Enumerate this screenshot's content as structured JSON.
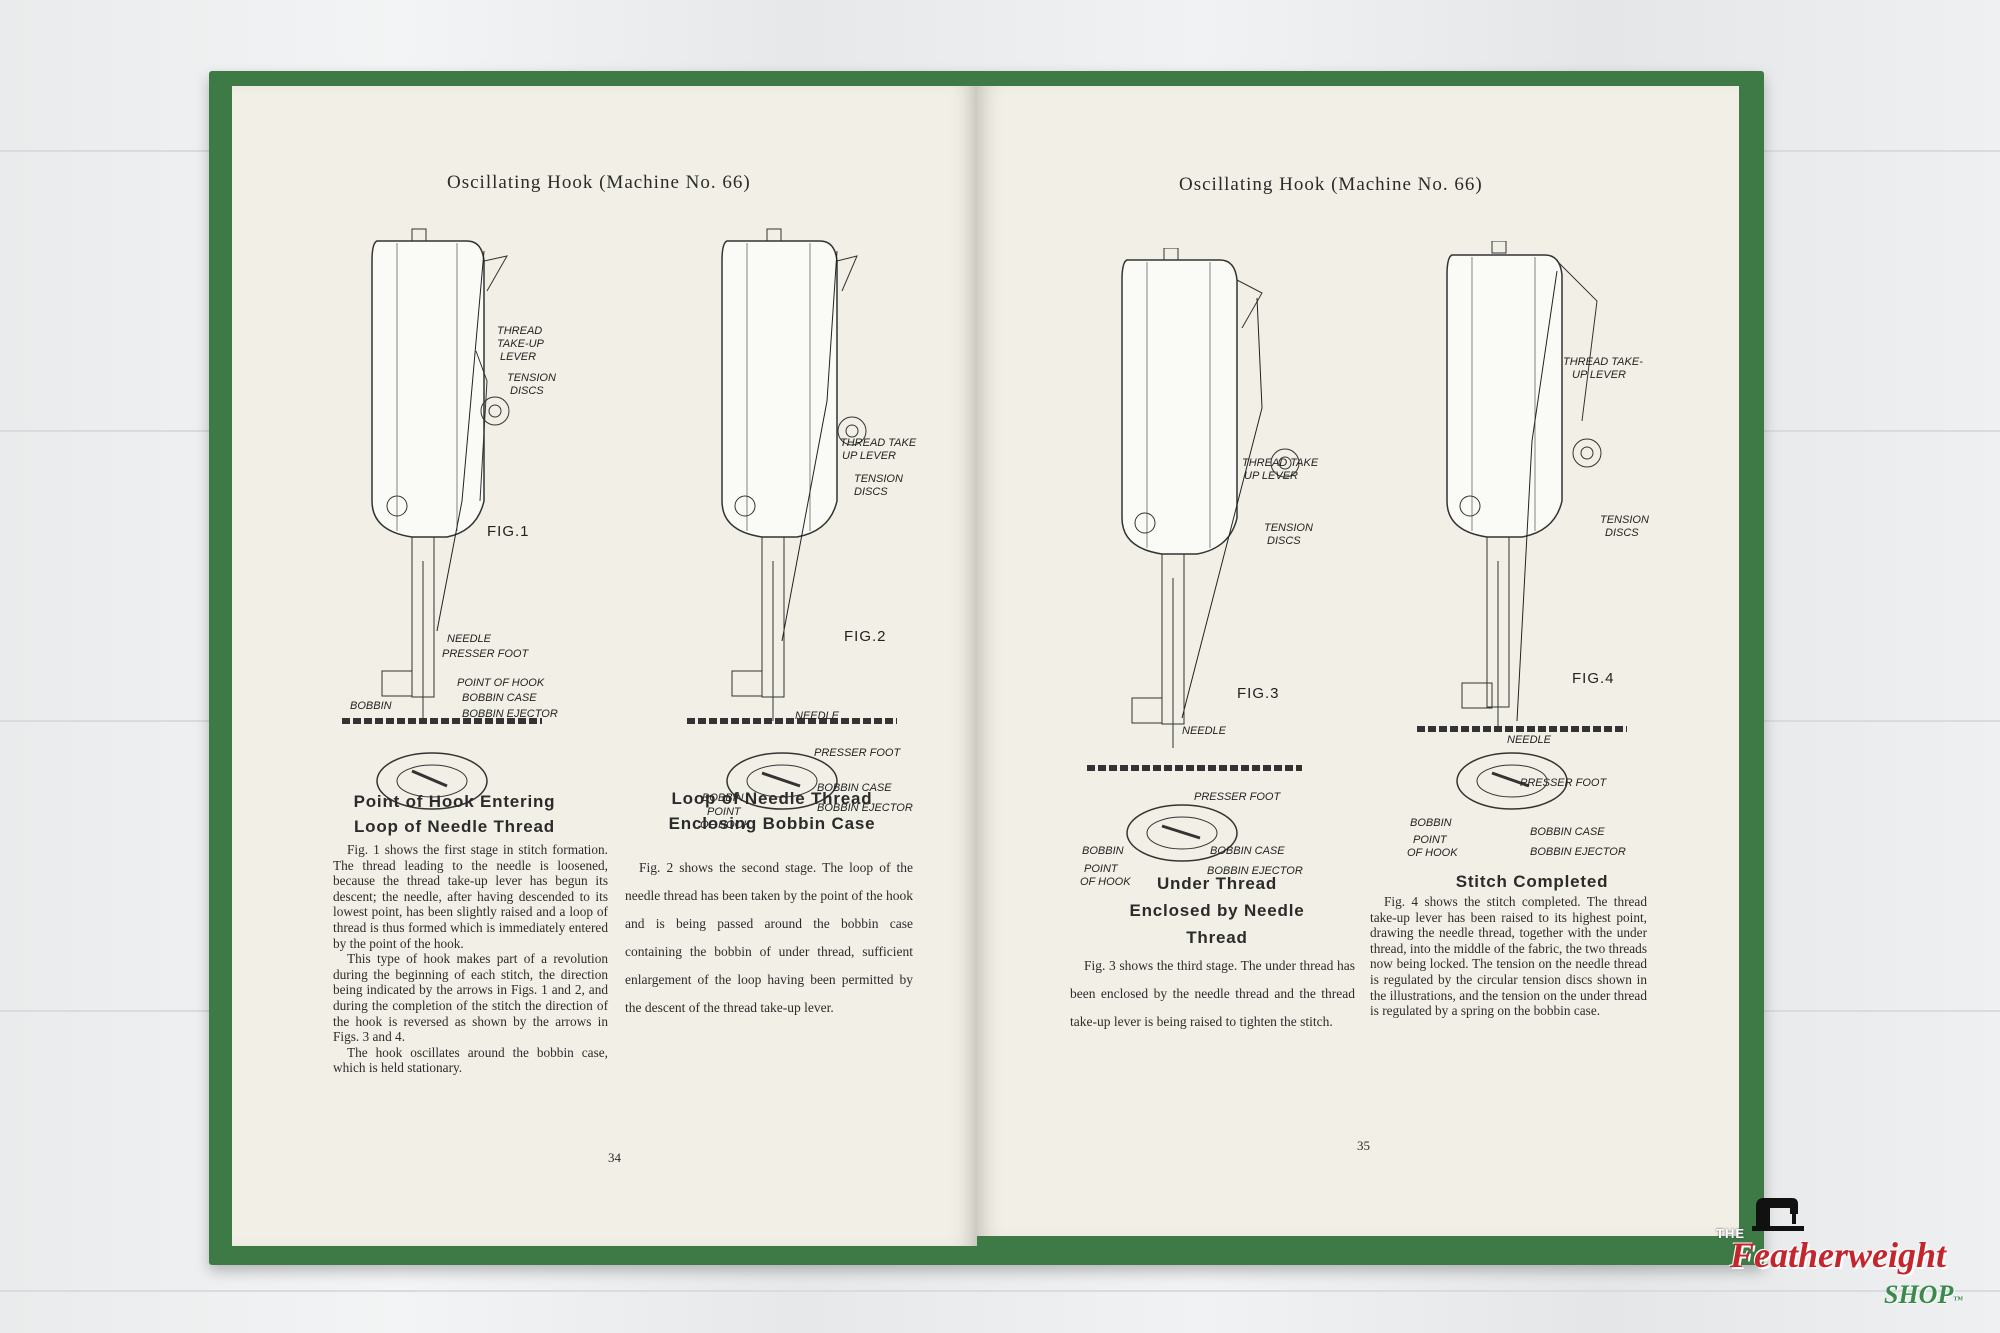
{
  "left_page": {
    "header": "Oscillating Hook (Machine No. 66)",
    "page_number": "34",
    "fig1": {
      "name": "FIG.1",
      "labels": [
        "THREAD",
        "TAKE-UP",
        "LEVER",
        "TENSION",
        "DISCS",
        "NEEDLE",
        "PRESSER FOOT",
        "POINT OF HOOK",
        "BOBBIN CASE",
        "BOBBIN",
        "BOBBIN EJECTOR"
      ]
    },
    "fig2": {
      "name": "FIG.2",
      "labels": [
        "THREAD TAKE",
        "UP LEVER",
        "TENSION",
        "DISCS",
        "NEEDLE",
        "PRESSER FOOT",
        "BOBBIN",
        "BOBBIN CASE",
        "POINT",
        "OF HOOK",
        "BOBBIN EJECTOR"
      ]
    },
    "caption1": [
      "Point of Hook Entering",
      "Loop of Needle Thread"
    ],
    "caption2": [
      "Loop of Needle Thread",
      "Enclosing Bobbin Case"
    ],
    "text1": [
      "Fig. 1 shows the first stage in stitch formation. The thread leading to the needle is loosened, because the thread take-up lever has begun its descent; the needle, after having descended to its lowest point, has been slightly raised and a loop of thread is thus formed which is immediately entered by the point of the hook.",
      "This type of hook makes part of a revolution during the beginning of each stitch, the direction being indicated by the arrows in Figs. 1 and 2, and during the completion of the stitch the direction of the hook is reversed as shown by the arrows in Figs. 3 and 4.",
      "The hook oscillates around the bobbin case, which is held stationary."
    ],
    "text2": [
      "Fig. 2 shows the second stage. The loop of the needle thread has been taken by the point of the hook and is being passed around the bobbin case containing the bobbin of under thread, sufficient enlargement of the loop having been permitted by the descent of the thread take-up lever."
    ]
  },
  "right_page": {
    "header": "Oscillating Hook (Machine No. 66)",
    "page_number": "35",
    "fig3": {
      "name": "FIG.3",
      "labels": [
        "THREAD TAKE",
        "UP LEVER",
        "TENSION",
        "DISCS",
        "NEEDLE",
        "PRESSER FOOT",
        "BOBBIN",
        "POINT",
        "OF HOOK",
        "BOBBIN CASE",
        "BOBBIN EJECTOR"
      ]
    },
    "fig4": {
      "name": "FIG.4",
      "labels": [
        "THREAD TAKE-",
        "UP LEVER",
        "TENSION",
        "DISCS",
        "NEEDLE",
        "PRESSER FOOT",
        "BOBBIN",
        "POINT",
        "OF HOOK",
        "BOBBIN CASE",
        "BOBBIN EJECTOR"
      ]
    },
    "caption3": [
      "Under Thread",
      "Enclosed by Needle",
      "Thread"
    ],
    "caption4": [
      "Stitch Completed"
    ],
    "text3": [
      "Fig. 3 shows the third stage. The under thread has been enclosed by the needle thread and the thread take-up lever is being raised to tighten the stitch."
    ],
    "text4": [
      "Fig. 4 shows the stitch completed. The thread take-up lever has been raised to its highest point, drawing the needle thread, together with the under thread, into the middle of the fabric, the two threads now being locked. The tension on the needle thread is regulated by the circular tension discs shown in the illustrations, and the tension on the under thread is regulated by a spring on the bobbin case."
    ]
  },
  "watermark": {
    "the": "THE",
    "name": "Featherweight",
    "shop": "SHOP",
    "tm": "™"
  },
  "colors": {
    "cover": "#3d7a46",
    "paper": "#f2f0e6",
    "logo_red": "#c4262e",
    "logo_green": "#3a8a4a"
  }
}
